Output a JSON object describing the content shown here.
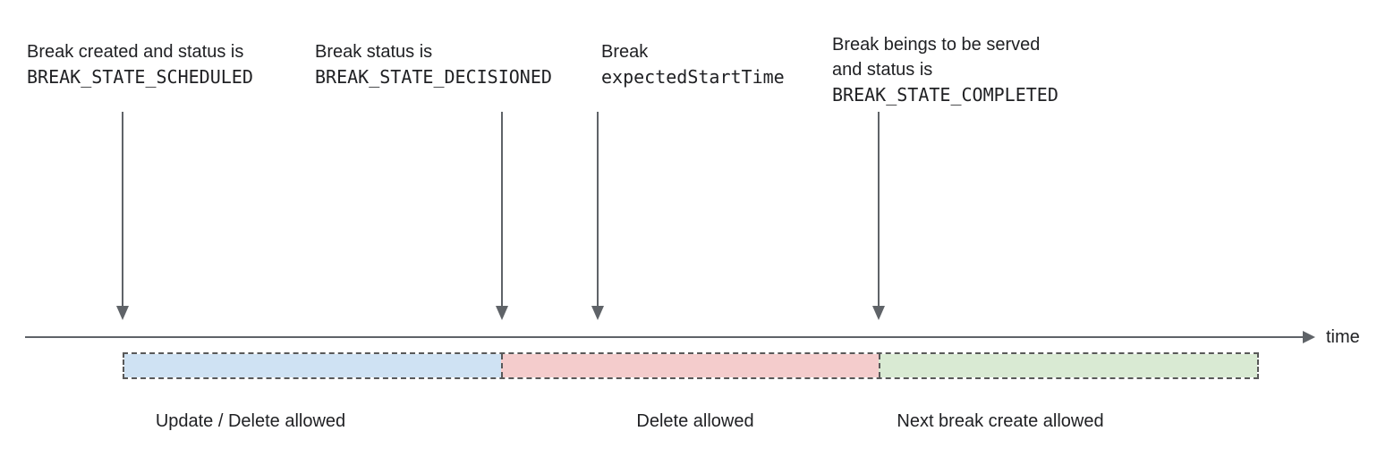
{
  "colors": {
    "text": "#202124",
    "arrow_and_axis": "#5f6368",
    "segment_border": "#595959"
  },
  "annotations": [
    {
      "line1": "Break created and status is",
      "line2": "BREAK_STATE_SCHEDULED"
    },
    {
      "line1": "Break status is",
      "line2": "BREAK_STATE_DECISIONED"
    },
    {
      "line1": "Break",
      "line2": "expectedStartTime"
    },
    {
      "line1": "Break beings to be served",
      "line2": "and status is",
      "line3": "BREAK_STATE_COMPLETED"
    }
  ],
  "timeline": {
    "axis_label": "time"
  },
  "segments": [
    {
      "label": "Update / Delete allowed",
      "fill_color": "#cfe2f3"
    },
    {
      "label": "Delete allowed",
      "fill_color": "#f4cccc"
    },
    {
      "label": "Next break create allowed",
      "fill_color": "#d9ead3"
    }
  ]
}
